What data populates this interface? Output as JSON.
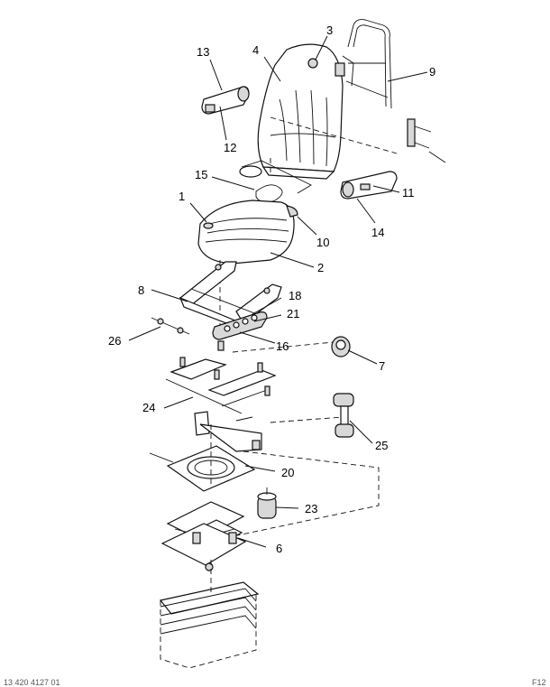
{
  "callouts": {
    "c1": "1",
    "c2": "2",
    "c3": "3",
    "c4": "4",
    "c6": "6",
    "c7": "7",
    "c8": "8",
    "c9": "9",
    "c10": "10",
    "c11": "11",
    "c12": "12",
    "c13": "13",
    "c14": "14",
    "c15": "15",
    "c16": "16",
    "c18": "18",
    "c20": "20",
    "c21": "21",
    "c23": "23",
    "c24": "24",
    "c25": "25",
    "c26": "26"
  },
  "footer": {
    "left_code": "13 420 4127 01",
    "right_code": "F12"
  }
}
